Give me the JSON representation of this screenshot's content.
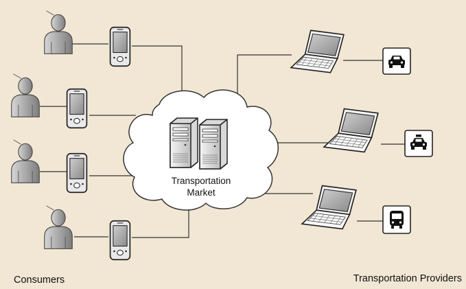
{
  "cloud": {
    "line1": "Transportation",
    "line2": "Market"
  },
  "captions": {
    "consumers": "Consumers",
    "providers": "Transportation Providers"
  },
  "icons": {
    "consumer": "person-icon",
    "consumer_device": "smartphone-icon",
    "server": "server-icon",
    "provider_device": "laptop-icon",
    "provider_vehicles": [
      "car-icon",
      "taxi-icon",
      "bus-icon"
    ]
  },
  "colors": {
    "background": "#f1e7d4",
    "cloud_fill": "#ffffff",
    "line": "#333333",
    "person": "#a8a8a8"
  }
}
